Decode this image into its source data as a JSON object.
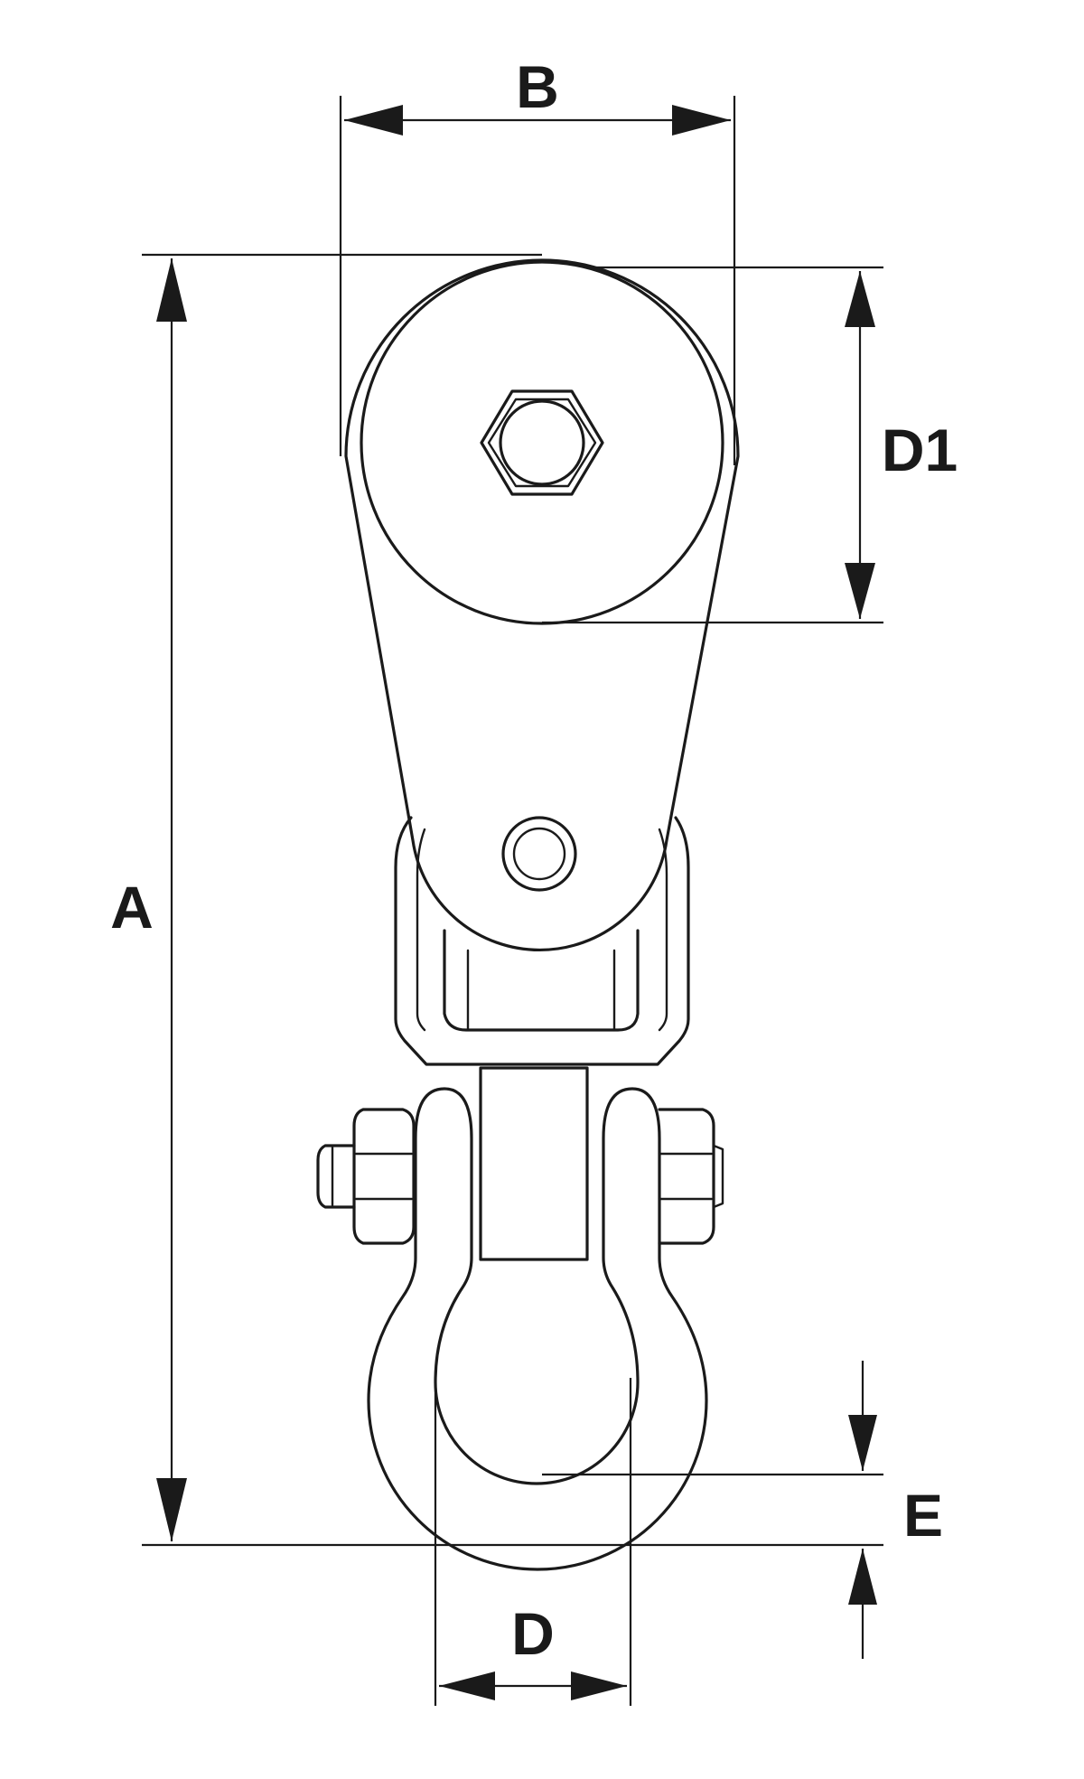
{
  "dimensions": {
    "a": "A",
    "b": "B",
    "d": "D",
    "d1": "D1",
    "e": "E"
  },
  "colors": {
    "line": "#1a1a1a",
    "background": "#ffffff"
  }
}
